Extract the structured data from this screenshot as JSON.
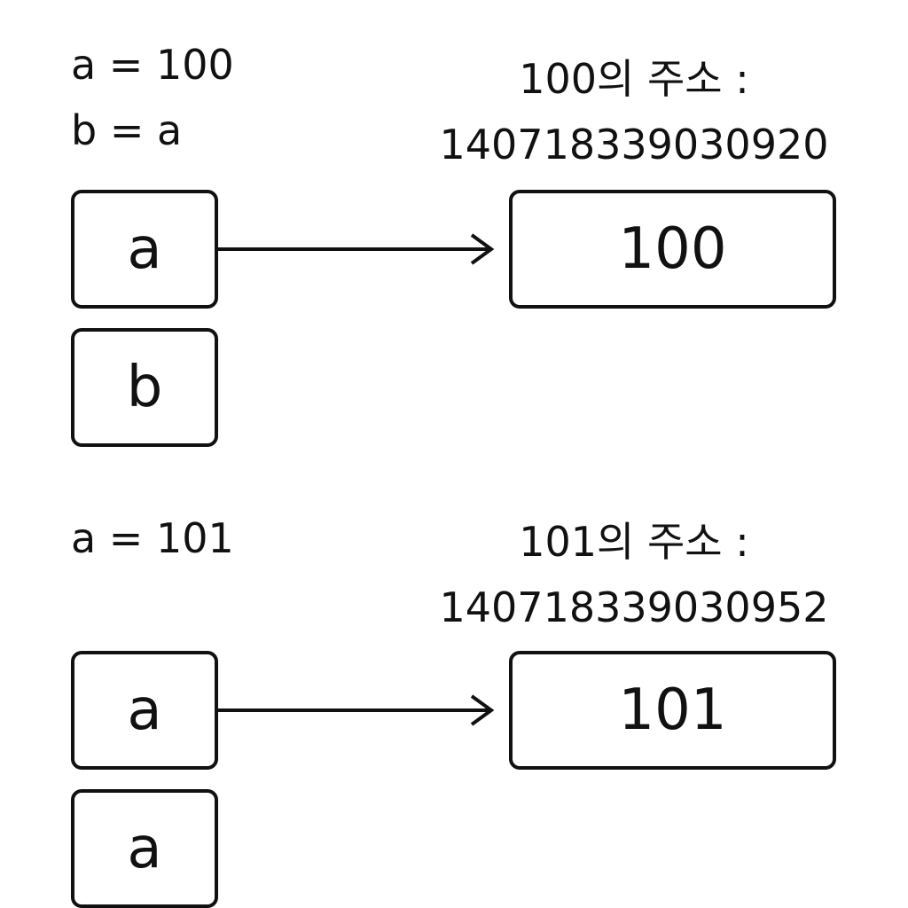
{
  "section1": {
    "code_line1": "a = 100",
    "code_line2": "b = a",
    "address_label": "100의 주소 :",
    "address_value": "140718339030920",
    "var_top": "a",
    "var_bottom": "b",
    "value": "100"
  },
  "section2": {
    "code_line1": "a = 101",
    "address_label": "101의 주소 :",
    "address_value": "140718339030952",
    "var_top": "a",
    "var_bottom": "a",
    "value": "101"
  }
}
